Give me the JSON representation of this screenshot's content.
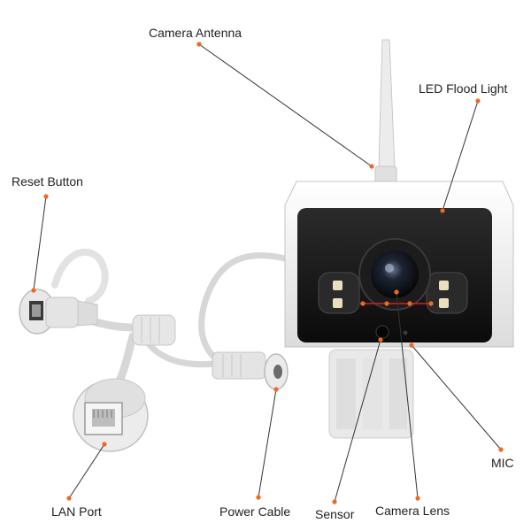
{
  "labels": {
    "camera_antenna": "Camera Antenna",
    "led_flood_light": "LED Flood Light",
    "reset_button": "Reset Button",
    "mic": "MIC",
    "lan_port": "LAN Port",
    "power_cable": "Power Cable",
    "sensor": "Sensor",
    "camera_lens": "Camera Lens"
  },
  "colors": {
    "leader_dot": "#ee6a1f",
    "leader_line": "#333333",
    "camera_body": "#f2f2f2",
    "camera_face": "#141414",
    "lens_line": "#d42020"
  }
}
